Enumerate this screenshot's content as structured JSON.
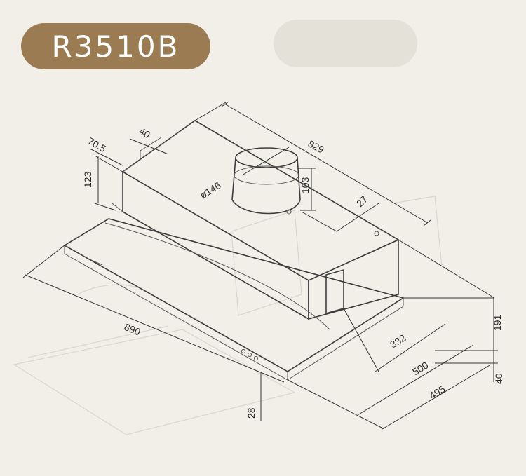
{
  "model": "R3510B",
  "dimensions": {
    "width_top": "829",
    "depth_front": "890",
    "height_total": "191",
    "thickness_front": "40",
    "depth_500": "500",
    "depth_495": "495",
    "depth_332": "332",
    "duct_diameter": "ø146",
    "duct_height": "103",
    "duct_offset": "27",
    "back_offset": "40",
    "side_offset": "70.5",
    "side_height": "123",
    "front_lip": "28"
  },
  "colors": {
    "badge": "#9a7b52",
    "background": "#f1efe8",
    "line": "#3c3c3c"
  }
}
